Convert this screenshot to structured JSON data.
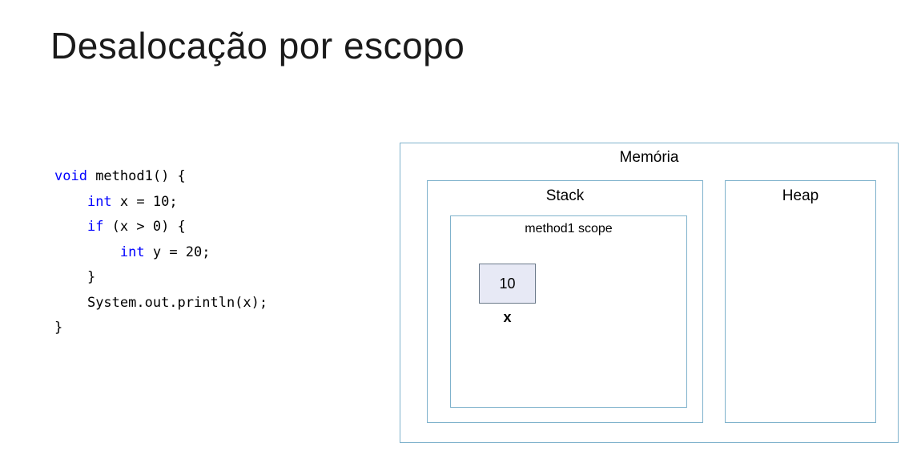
{
  "slide": {
    "title": "Desalocação por escopo"
  },
  "code": {
    "lines": [
      {
        "indent": "",
        "keyword": "void",
        "rest": " method1() {"
      },
      {
        "indent": "    ",
        "keyword": "int",
        "rest": " x = 10;"
      },
      {
        "indent": "    ",
        "keyword": "if",
        "rest": " (x > 0) {"
      },
      {
        "indent": "        ",
        "keyword": "int",
        "rest": " y = 20;"
      },
      {
        "indent": "    ",
        "keyword": "",
        "rest": "}"
      },
      {
        "indent": "    ",
        "keyword": "",
        "rest": "System.out.println(x);"
      },
      {
        "indent": "",
        "keyword": "",
        "rest": "}"
      }
    ]
  },
  "diagram": {
    "memory_label": "Memória",
    "stack_label": "Stack",
    "heap_label": "Heap",
    "scope_label": "method1 scope",
    "variable": {
      "value": "10",
      "name": "x"
    }
  },
  "colors": {
    "keyword": "#0000ff",
    "box_border": "#7fb2cc",
    "variable_fill": "#e7e9f5"
  }
}
